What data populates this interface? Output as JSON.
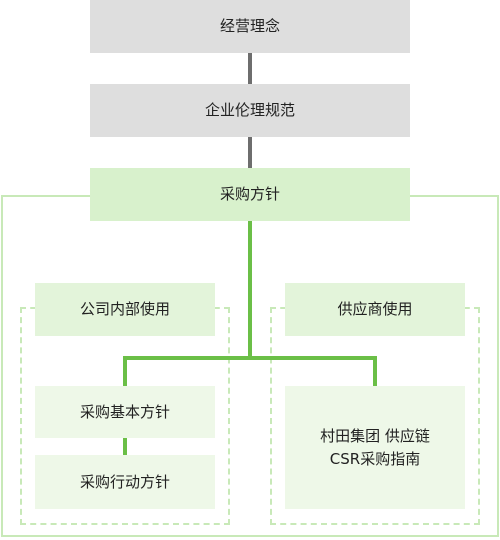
{
  "boxes": {
    "management_philosophy": "经营理念",
    "corporate_ethics": "企业伦理规范",
    "procurement_policy": "采购方针",
    "internal_use": "公司内部使用",
    "supplier_use": "供应商使用",
    "basic_procurement_policy": "采购基本方针",
    "procurement_action_policy": "采购行动方针",
    "supply_chain_guide_line1": "村田集团 供应链",
    "supply_chain_guide_line2": "CSR采购指南"
  },
  "colors": {
    "grey_box": "#dedede",
    "green_box": "#d8f1cc",
    "green_line": "#6bbf47",
    "grey_line": "#6e6e6e",
    "border_green": "#c8e9b8"
  }
}
